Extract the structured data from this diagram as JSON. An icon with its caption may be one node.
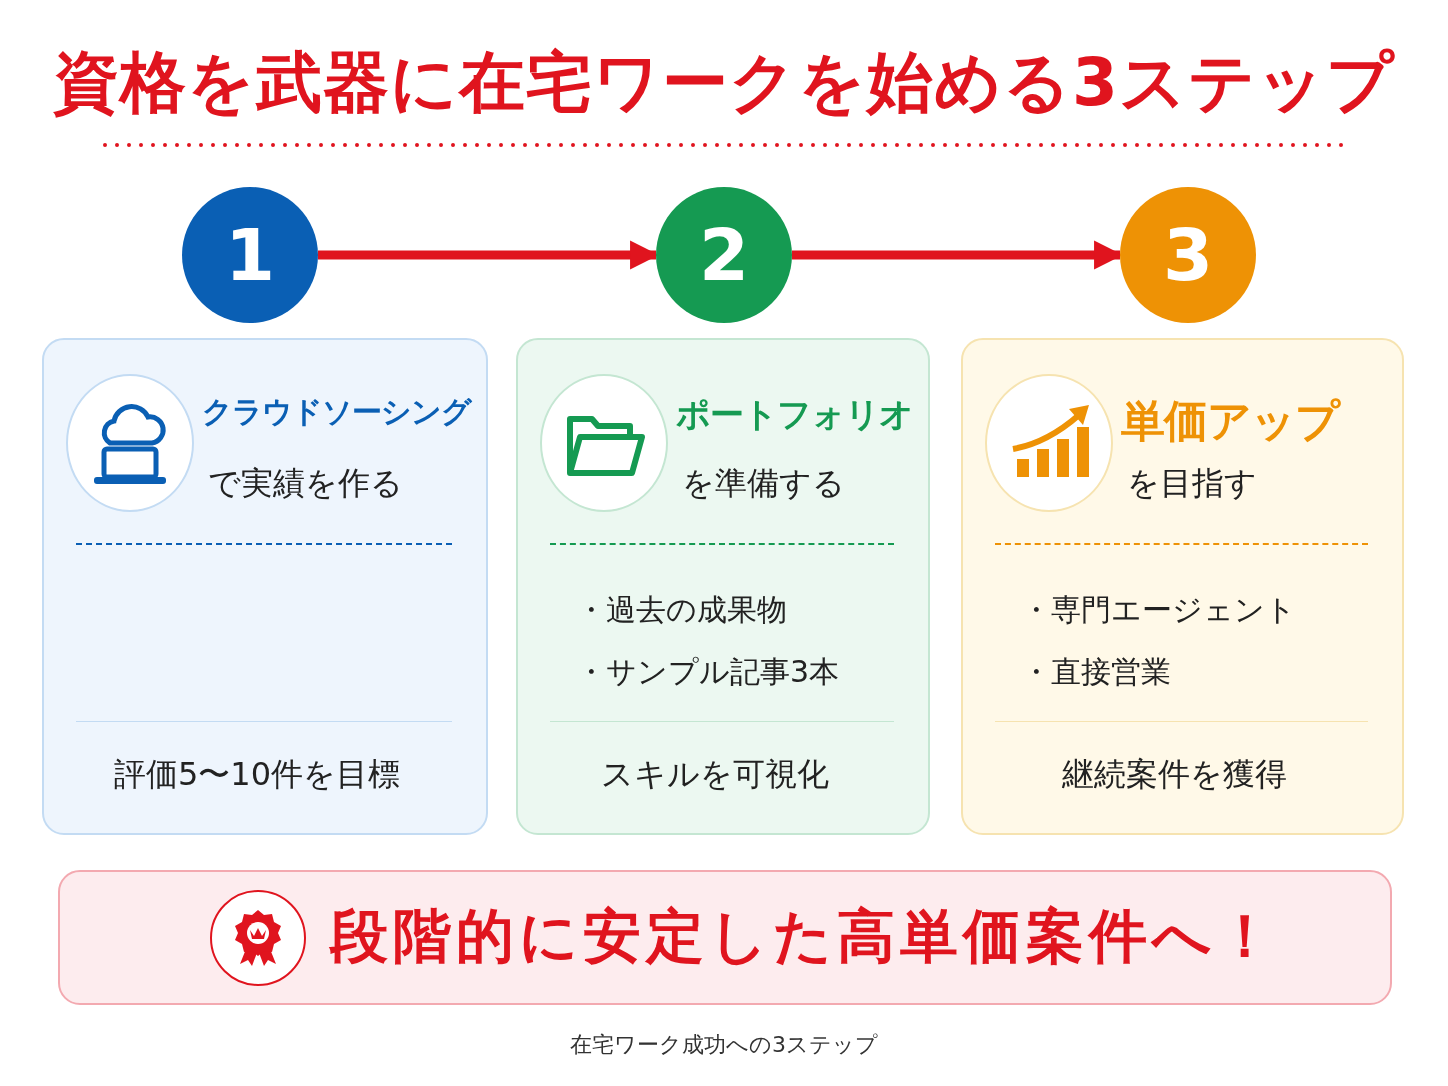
{
  "diagram": {
    "title": "資格を武器に在宅ワークを始める3ステップ",
    "caption": "在宅ワーク成功への3ステップ",
    "nodes": [
      {
        "text": [
          "1"
        ]
      },
      {
        "text": [
          "2"
        ]
      },
      {
        "text": [
          "3"
        ]
      },
      {
        "text": [
          "クラウドソーシング",
          "で実績を作る",
          "評価5〜10件を目標"
        ]
      },
      {
        "text": [
          "ポートフォリオ",
          "を準備する",
          "・過去の成果物",
          "・サンプル記事3本",
          "スキルを可視化"
        ]
      },
      {
        "text": [
          "単価アップ",
          "を目指す",
          "・専門エージェント",
          "・直接営業",
          "継続案件を獲得"
        ]
      },
      {
        "text": [
          "段階的に安定した高単価案件へ！"
        ]
      }
    ],
    "edges": [
      {
        "from": 0,
        "to": 1,
        "arrow": "to"
      },
      {
        "from": 1,
        "to": 2,
        "arrow": "to"
      }
    ]
  }
}
